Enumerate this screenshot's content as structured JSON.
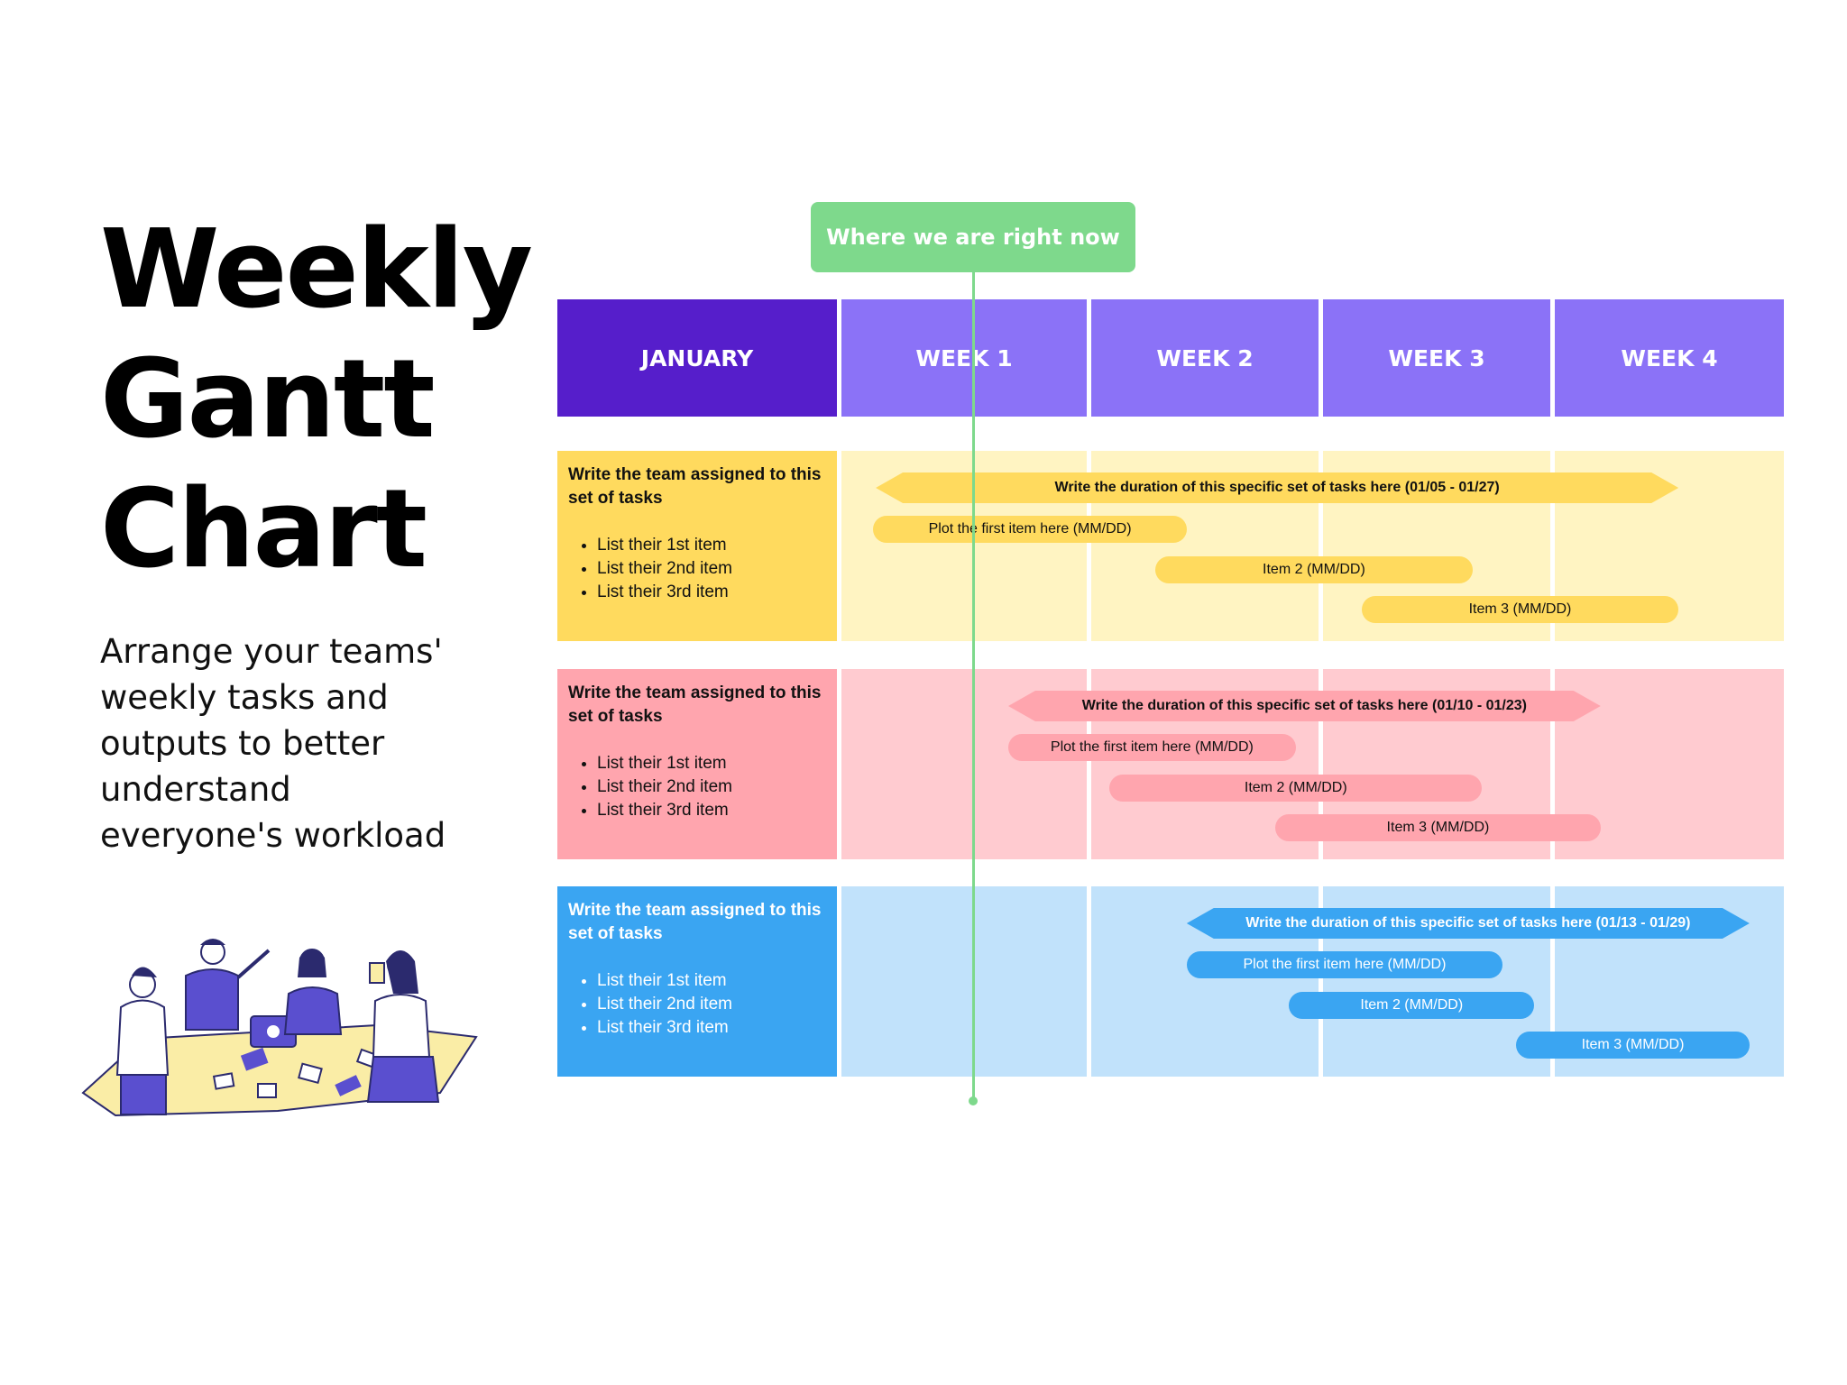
{
  "title": {
    "line1": "Weekly",
    "line2": "Gantt",
    "line3": "Chart"
  },
  "subtitle": "Arrange your teams' weekly tasks and outputs to better understand everyone's workload",
  "illustration_icon": "team-collaboration-illustration",
  "now_marker": {
    "label": "Where we are right now",
    "color": "#7ED98C",
    "position_week": 1
  },
  "header": {
    "month": "JANUARY",
    "weeks": [
      "WEEK 1",
      "WEEK 2",
      "WEEK 3",
      "WEEK 4"
    ],
    "month_color": "#561ECB",
    "week_color": "#8B72F7"
  },
  "teams": [
    {
      "title": "Write the team assigned to this set of tasks",
      "items": [
        "List their 1st item",
        "List their 2nd item",
        "List their 3rd item"
      ],
      "colors": {
        "cell": "#FFDA5E",
        "row_bg": "#FFF4C2",
        "bar": "#FFDA5E",
        "text": "#111111"
      },
      "duration": {
        "label": "Write the duration of this specific set of tasks here (01/05 - 01/27)",
        "start_week": 1.14,
        "end_week": 4.54
      },
      "tasks": [
        {
          "label": "Plot the first item here (MM/DD)",
          "start_week": 1.13,
          "end_week": 2.42
        },
        {
          "label": "Item 2 (MM/DD)",
          "start_week": 2.28,
          "end_week": 3.66
        },
        {
          "label": "Item 3 (MM/DD)",
          "start_week": 3.17,
          "end_week": 4.54
        }
      ]
    },
    {
      "title": "Write the team assigned to this set of tasks",
      "items": [
        "List their 1st item",
        "List their 2nd item",
        "List their 3rd item"
      ],
      "colors": {
        "cell": "#FFA5AE",
        "row_bg": "#FFCBD0",
        "bar": "#FFA5AE",
        "text": "#111111"
      },
      "duration": {
        "label": "Write the duration of this specific set of tasks here (01/10 - 01/23)",
        "start_week": 1.68,
        "end_week": 4.2
      },
      "tasks": [
        {
          "label": "Plot the first item here (MM/DD)",
          "start_week": 1.68,
          "end_week": 2.9
        },
        {
          "label": "Item 2 (MM/DD)",
          "start_week": 2.08,
          "end_week": 3.7
        },
        {
          "label": "Item 3 (MM/DD)",
          "start_week": 2.81,
          "end_week": 4.2
        }
      ]
    },
    {
      "title": "Write the team assigned to this set of tasks",
      "items": [
        "List their 1st item",
        "List their 2nd item",
        "List their 3rd item"
      ],
      "colors": {
        "cell": "#3AA5F2",
        "row_bg": "#C1E2FB",
        "bar": "#3AA5F2",
        "text": "#ffffff"
      },
      "duration": {
        "label": "Write the duration of this specific set of tasks here (01/13 - 01/29)",
        "start_week": 2.42,
        "end_week": 4.85
      },
      "tasks": [
        {
          "label": "Plot the first item here (MM/DD)",
          "start_week": 2.42,
          "end_week": 3.79
        },
        {
          "label": "Item 2 (MM/DD)",
          "start_week": 2.87,
          "end_week": 3.93
        },
        {
          "label": "Item 3 (MM/DD)",
          "start_week": 3.85,
          "end_week": 4.85
        }
      ]
    }
  ]
}
